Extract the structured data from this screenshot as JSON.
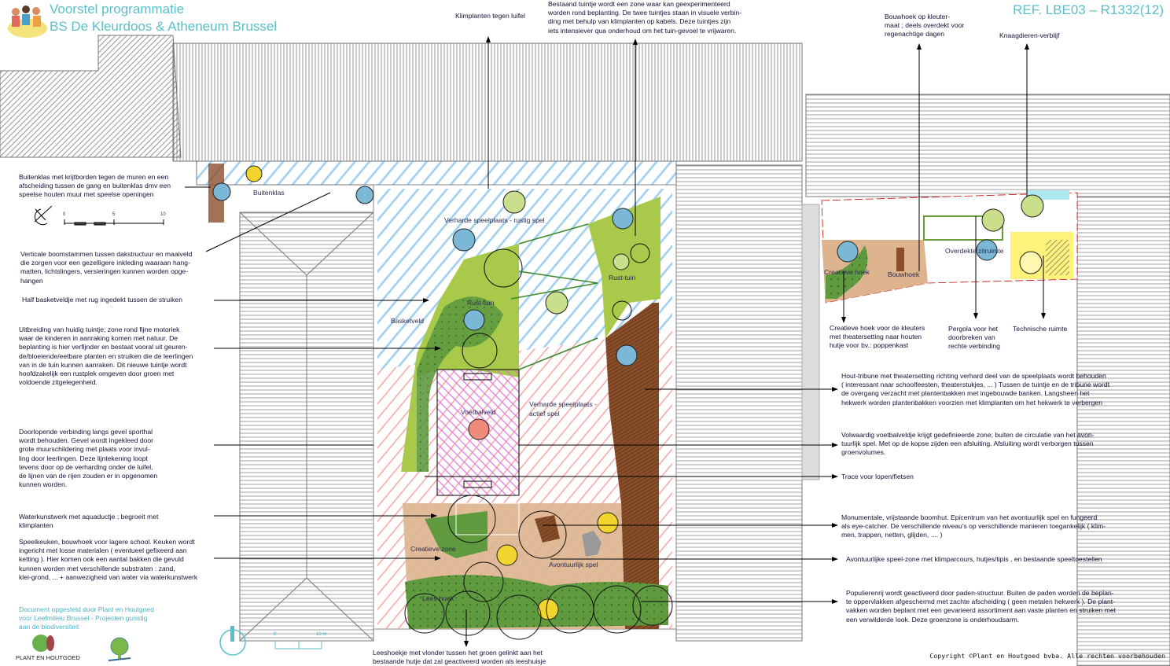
{
  "header": {
    "title_line1": "Voorstel programmatie",
    "title_line2": "BS De Kleurdoos & Atheneum Brussel",
    "reference": "REF. LBE03 – R1332(12)"
  },
  "annotations_top": {
    "klimplanten": "Klimplanten tegen luifel",
    "bestaand_tuintje": "Bestaand tuintje wordt een zone waar kan geexperimenteerd\nworden rond beplanting. De twee tuintjes staan in visuele verbin-\nding met behulp van klimplanten op kabels. Deze tuintjes zijn\niets intensiever qua onderhoud om het tuin-gevoel te vrijwaren.",
    "bouwhoek": "Bouwhoek op kleuter-\nmaat ; deels overdekt voor\nregenachtige dagen",
    "knaagdieren": "Knaagdieren-verblijf"
  },
  "annotations_left": {
    "buitenklas": "Buitenklas met krijtborden tegen de muren en een\nafscheiding tussen de gang en buitenklas dmv een\nspeelse houten muur met speelse openingen",
    "boomstammen": "Verticale boomstammen tussen dakstructuur en maaiveld\ndie zorgen voor een gezelligere inkleding waaraan hang-\nmatten, lichtslingers, versieringen kunnen worden opge-\nhangen",
    "basket": "Half basketveldje met rug ingedekt tussen de struiken",
    "uitbreiding": "Uitbreiding van huidig tuintje; zone rond fijne motoriek\nwaar de kinderen in aanraking komen met natuur. De\nbeplanting is hier verfijnder en bestaat vooral uit geuren-\nde/bloeiende/eetbare planten en struiken die de leerlingen\nvan in de tuin kunnen aanraken. Dit nieuwe tuintje wordt\nhoofdzakelijk een rustplek omgeven door groen met\nvoldoende zitgelegenheid.",
    "doorlopende": "Doorlopende verbinding langs gevel sporthal\nwordt behouden. Gevel wordt ingekleed door\ngrote muurschildering met plaats voor invul-\nling door leerlingen. Deze lijntekening loopt\ntevens door op de verharding onder de luifel,\nde lijnen van de rijen zouden er in opgenomen\nkunnen worden.",
    "waterkunstwerk": "Waterkunstwerk met aquaductje ; begroeit met\nklimplanten",
    "speelkeuken": "Speelkeuken, bouwhoek voor lagere school. Keuken wordt\ningericht met losse materialen ( eventueel gefixeerd aan\nketting ). Hier komen ook een aantal bakken die gevuld\nkunnen worden met verschillende substraten : zand,\nklei-grond, ... + aanwezigheid van water via waterkunstwerk",
    "document": "Document opgesteld door Plant en Houtgoed\nvoor Leefmilieu Brussel  - Projecten gunstig\naan de biodiversiteit"
  },
  "annotations_right": {
    "creatieve_hoek": "Creatieve hoek voor de kleuters\nmet theatersetting naar houten\nhutje voor bv.: poppenkast",
    "pergola": "Pergola voor het\ndoorbreken van\nrechte verbinding",
    "technische": "Technische ruimte",
    "tribune": "Hout-tribune met theatersetting richting verhard deel van de speelplaats wordt behouden\n( interessant naar schoolfeesten, theaterstukjes, ... ) Tussen de tuintje en de tribune wordt\nde overgang verzacht met plantenbakken met ingebouwde banken. Langsheen het\nhekwerk worden plantenbakken voorzien met klimplanten om het hekwerk te verbergen",
    "voetbal": "Volwaardig voetbalveldje krijgt gedefinieerde zone; buiten de circulatie van het avon-\ntuurlijk spel. Met op de kopse zijden een afsluiting. Afsluiting wordt verborgen tussen\ngroenvolumes.",
    "trace": "Trace voor lopen/fietsen",
    "boomhut": "Monumentale, vrijstaande boomhut. Epicentrum van het avontuurlijk spel en fungeerd\nals eye-catcher. De verschillende niveau's op verschillende manieren toegankelijk ( klim-\nmen, trappen, netten, glijden, .... )",
    "avontuurlijk": "Avontuurlijke speel-zone met klimparcours, hutjes/tipis , en bestaande speeltoestellen",
    "populieren": "Populierenrij wordt geactiveerd door paden-structuur. Buiten de paden worden de beplan-\nte oppervlakken afgeschermd met zachte afscheiding ( geen metalen hekwerk ).  De plant-\nvakken worden beplant met een gevarieerd assortiment aan vaste planten en  struiken met\neen verwilderde look. Deze groenzone is onderhoudsarm."
  },
  "annotations_bottom": {
    "leeshoekje": "Leeshoekje met vlonder tussen het groen gelinkt aan het\nbestaande hutje dat zal geactiveerd worden als leeshuisje",
    "copyright": "Copyright ©Plant en Houtgoed bvba. Alle rechten voorbehouden",
    "logo_text": "PLANT EN HOUTGOED"
  },
  "plan_labels": {
    "buitenklas": "Buitenklas",
    "verhard_rustig": "Verharde speelplaats - rustig spel",
    "rust_tuin_left": "Rust-tuin",
    "rust_tuin_right": "Rust-tuin",
    "basketveld": "Basketveld",
    "voetbalveld": "Voetbalveld",
    "verhard_actief": "Verharde speelplaats -\nactief spel",
    "creatieve_zone": "Creatieve zone",
    "avontuurlijk_spel": "Avontuurlijk spel",
    "lees_hoek": "Lees-hoek",
    "creatieve_hoek": "Creatieve hoek",
    "bouwhoek": "Bouwhoek",
    "overdekte": "Overdekte zitruimte"
  },
  "scales": {
    "top_scale": [
      "0",
      "5",
      "10"
    ],
    "bottom_scale": [
      "0",
      "10 m"
    ]
  },
  "colors": {
    "accent_teal": "#5bbfc9",
    "grass_light": "#a9c94a",
    "grass_dark": "#5f9a3f",
    "wood": "#8a4f2a",
    "sand": "#ddb48e",
    "icon_blue": "#7ab8d6",
    "icon_green": "#c9df8c",
    "icon_yellow": "#f2d42e"
  }
}
